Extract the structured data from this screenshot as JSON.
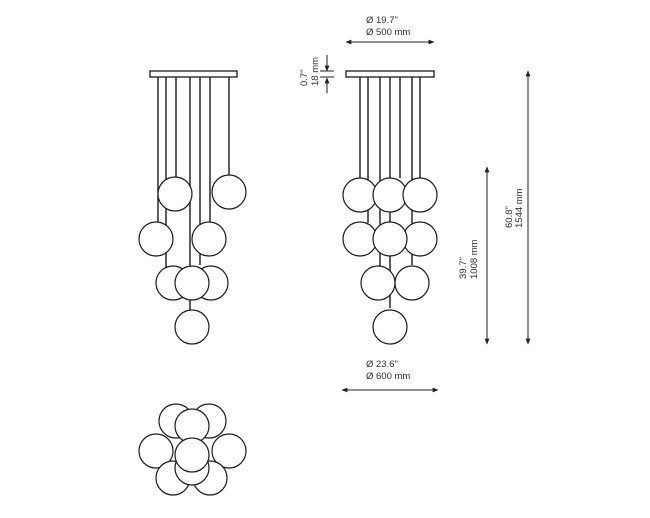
{
  "colors": {
    "line": "#1a1a1a",
    "text": "#333333",
    "background": "#ffffff"
  },
  "dimensions": {
    "canopy_diameter_in": "Ø 19.7\"",
    "canopy_diameter_mm": "Ø 500 mm",
    "canopy_height_in": "0.7\"",
    "canopy_height_mm": "18 mm",
    "cluster_height_in": "39.7\"",
    "cluster_height_mm": "1008 mm",
    "total_height_in": "60.8\"",
    "total_height_mm": "1544 mm",
    "cluster_diameter_in": "Ø 23.6\"",
    "cluster_diameter_mm": "Ø 600 mm"
  }
}
